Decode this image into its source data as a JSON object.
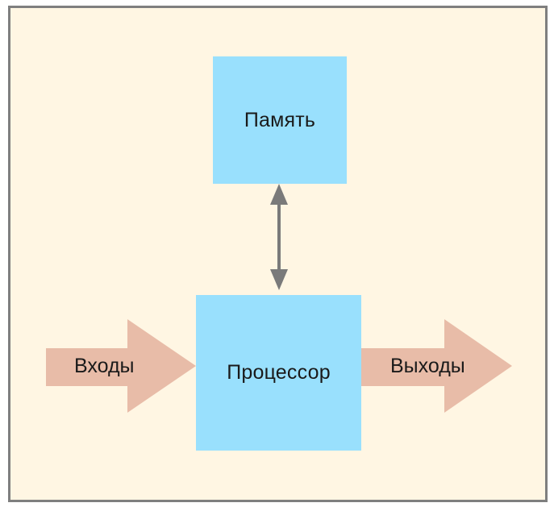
{
  "diagram": {
    "memory_label": "Память",
    "processor_label": "Процессор",
    "inputs_label": "Входы",
    "outputs_label": "Выходы"
  },
  "colors": {
    "background": "#fff6e3",
    "border": "#7f7f7f",
    "block_fill": "#99e0fd",
    "flow_arrow_fill": "#e8bca8",
    "connector": "#7a7a7a"
  }
}
